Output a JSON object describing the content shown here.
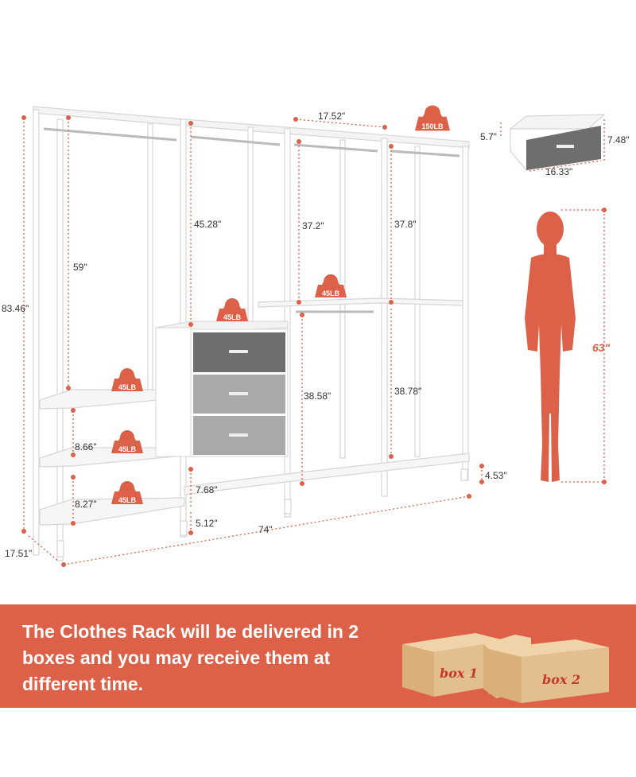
{
  "colors": {
    "accent": "#dd6148",
    "frame": "#ffffff",
    "drawer_dark": "#6e6e6e",
    "drawer_light": "#a9a9a9",
    "box": "#e3bf8f"
  },
  "dimensions": {
    "total_height": "83.46\"",
    "depth": "17.51\"",
    "total_width": "74\"",
    "left_hanging": "59\"",
    "middle_hanging": "45.28\"",
    "section_width": "17.52\"",
    "upper_hanging_3": "37.2\"",
    "upper_hanging_4": "37.8\"",
    "lower_hanging_3": "38.58\"",
    "lower_hanging_4": "38.78\"",
    "shelf_gap_1": "8.66\"",
    "shelf_gap_2": "8.27\"",
    "drawer_shelf_gap": "7.68\"",
    "ground_clearance_mid": "5.12\"",
    "ground_clearance_right": "4.53\"",
    "drawer_height": "5.7\"",
    "drawer_width": "16.33\"",
    "drawer_depth": "7.48\"",
    "person_height": "63\""
  },
  "weights": {
    "top": "150LB",
    "shelf_upper": "45LB",
    "shelf_middle": "45LB",
    "shelf_lower": "45LB",
    "drawer_top": "45LB",
    "middle_shelf": "45LB"
  },
  "banner": {
    "text": "The Clothes Rack will be delivered in 2 boxes and you may receive them at different time.",
    "box1_label": "box 1",
    "box2_label": "box 2"
  },
  "icons": [
    "weight-icon",
    "person-silhouette-icon",
    "shipping-box-icon"
  ]
}
